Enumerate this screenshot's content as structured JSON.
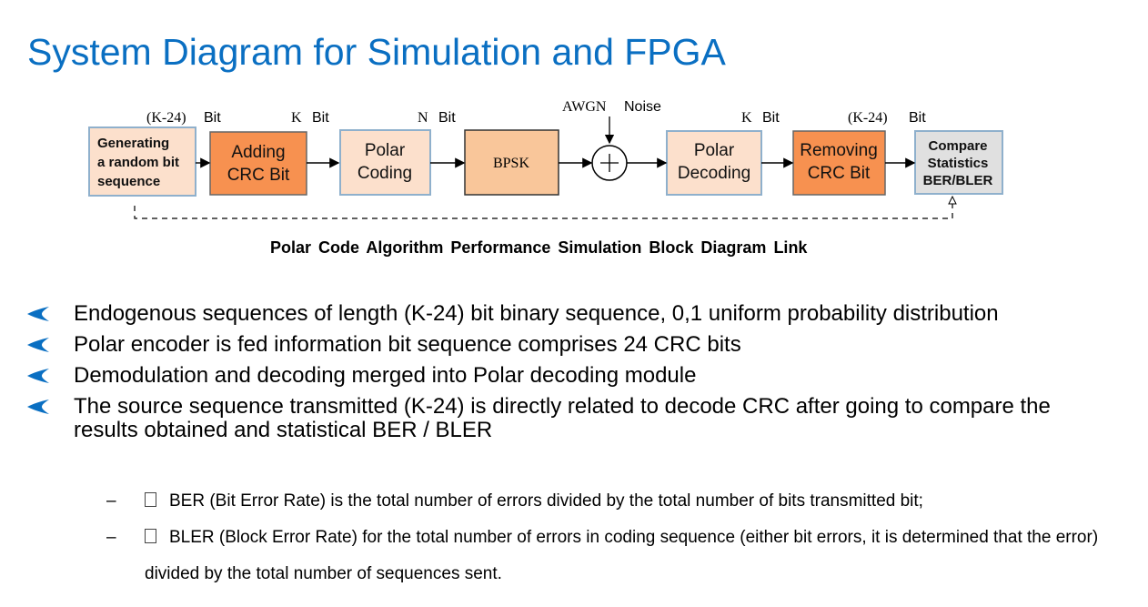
{
  "title": "System Diagram for Simulation and FPGA",
  "diagram": {
    "blocks": [
      {
        "lines": [
          "Generating",
          "a random bit",
          "sequence"
        ]
      },
      {
        "lines": [
          "Adding",
          "CRC Bit"
        ]
      },
      {
        "lines": [
          "Polar",
          "Coding"
        ]
      },
      {
        "lines": [
          "BPSK"
        ]
      },
      {
        "lines": [
          "Polar",
          "Decoding"
        ]
      },
      {
        "lines": [
          "Removing",
          "CRC Bit"
        ]
      },
      {
        "lines": [
          "Compare",
          "Statistics",
          "BER/BLER"
        ]
      }
    ],
    "labels": {
      "k24_left": "(K-24)",
      "bit1": "Bit",
      "k1": "K",
      "bit2": "Bit",
      "n": "N",
      "bit3": "Bit",
      "awgn1": "AWGN",
      "awgn2": "Noise",
      "k2": "K",
      "bit4": "Bit",
      "k24_right": "(K-24)",
      "bit5": "Bit"
    },
    "caption": "Polar Code Algorithm Performance Simulation Block Diagram Link"
  },
  "bullets": [
    "Endogenous sequences of length (K-24) bit binary sequence, 0,1 uniform probability distribution",
    "Polar encoder is fed information bit sequence comprises 24 CRC bits",
    "Demodulation and decoding merged into Polar decoding module",
    "The source sequence transmitted (K-24) is directly related to decode CRC after going to compare the results obtained and statistical BER / BLER"
  ],
  "sub_bullets": [
    "BER (Bit Error Rate) is the total number of errors divided by the total number of bits transmitted bit;",
    "BLER (Block Error Rate) for the total number of errors in coding sequence (either bit errors, it is determined that the error) divided by the total number of sequences sent."
  ],
  "colors": {
    "title": "#0a6fc2",
    "light_orange": "#fce0cc",
    "dark_orange": "#f79150",
    "mid_orange": "#f9c69a",
    "gray_box": "#e0e0e0",
    "bullet": "#0a6fc2"
  },
  "icons": {
    "bullet": "chevron-left-icon",
    "sum": "plus-circle-icon",
    "sub_marker": "box-glyph-icon"
  }
}
